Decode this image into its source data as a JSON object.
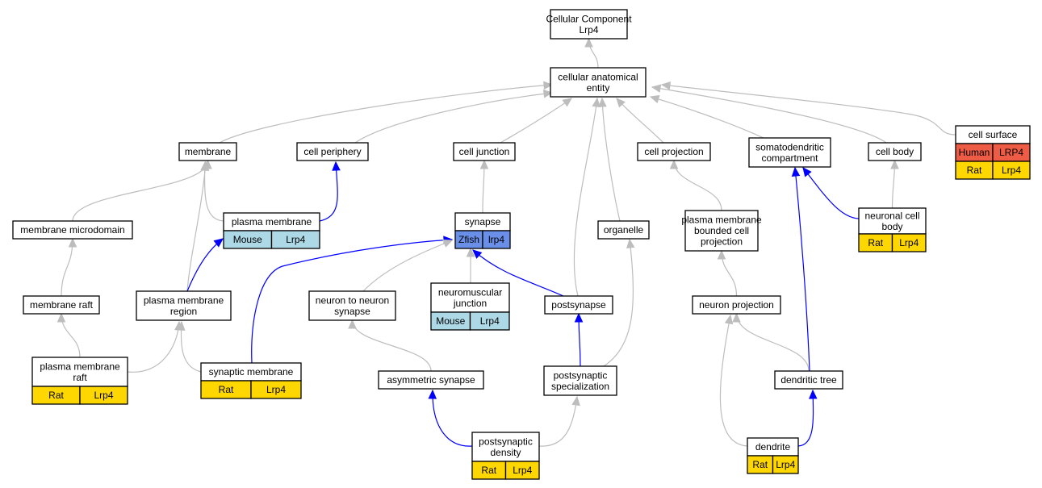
{
  "colors": {
    "grey_edge": "#bdbdbd",
    "blue_edge": "#0000ff",
    "Rat": "#ffd700",
    "Mouse": "#add8e6",
    "Human": "#ee5c45",
    "Zfish": "#6a8fe8"
  },
  "nodes": [
    {
      "id": "root",
      "lines": [
        "Cellular Component",
        "Lrp4"
      ],
      "annotations": []
    },
    {
      "id": "cae",
      "lines": [
        "cellular anatomical",
        "entity"
      ],
      "annotations": []
    },
    {
      "id": "membrane",
      "lines": [
        "membrane"
      ],
      "annotations": []
    },
    {
      "id": "periphery",
      "lines": [
        "cell periphery"
      ],
      "annotations": []
    },
    {
      "id": "junction",
      "lines": [
        "cell junction"
      ],
      "annotations": []
    },
    {
      "id": "projection",
      "lines": [
        "cell projection"
      ],
      "annotations": []
    },
    {
      "id": "somato",
      "lines": [
        "somatodendritic",
        "compartment"
      ],
      "annotations": []
    },
    {
      "id": "cellbody",
      "lines": [
        "cell body"
      ],
      "annotations": []
    },
    {
      "id": "surface",
      "lines": [
        "cell surface"
      ],
      "annotations": [
        {
          "species": "Human",
          "gene": "LRP4"
        },
        {
          "species": "Rat",
          "gene": "Lrp4"
        }
      ]
    },
    {
      "id": "microdomain",
      "lines": [
        "membrane microdomain"
      ],
      "annotations": []
    },
    {
      "id": "pm",
      "lines": [
        "plasma membrane"
      ],
      "annotations": [
        {
          "species": "Mouse",
          "gene": "Lrp4"
        }
      ]
    },
    {
      "id": "synapse",
      "lines": [
        "synapse"
      ],
      "annotations": [
        {
          "species": "Zfish",
          "gene": "lrp4"
        }
      ]
    },
    {
      "id": "organelle",
      "lines": [
        "organelle"
      ],
      "annotations": []
    },
    {
      "id": "pmbcp",
      "lines": [
        "plasma membrane",
        "bounded cell",
        "projection"
      ],
      "annotations": []
    },
    {
      "id": "neuronalbody",
      "lines": [
        "neuronal cell",
        "body"
      ],
      "annotations": [
        {
          "species": "Rat",
          "gene": "Lrp4"
        }
      ]
    },
    {
      "id": "raft",
      "lines": [
        "membrane raft"
      ],
      "annotations": []
    },
    {
      "id": "pmregion",
      "lines": [
        "plasma membrane",
        "region"
      ],
      "annotations": []
    },
    {
      "id": "n2n",
      "lines": [
        "neuron to neuron",
        "synapse"
      ],
      "annotations": []
    },
    {
      "id": "nmj",
      "lines": [
        "neuromuscular",
        "junction"
      ],
      "annotations": [
        {
          "species": "Mouse",
          "gene": "Lrp4"
        }
      ]
    },
    {
      "id": "postsynapse",
      "lines": [
        "postsynapse"
      ],
      "annotations": []
    },
    {
      "id": "neuronproj",
      "lines": [
        "neuron projection"
      ],
      "annotations": []
    },
    {
      "id": "pmraft",
      "lines": [
        "plasma membrane",
        "raft"
      ],
      "annotations": [
        {
          "species": "Rat",
          "gene": "Lrp4"
        }
      ]
    },
    {
      "id": "synmem",
      "lines": [
        "synaptic membrane"
      ],
      "annotations": [
        {
          "species": "Rat",
          "gene": "Lrp4"
        }
      ]
    },
    {
      "id": "asym",
      "lines": [
        "asymmetric synapse"
      ],
      "annotations": []
    },
    {
      "id": "postspec",
      "lines": [
        "postsynaptic",
        "specialization"
      ],
      "annotations": []
    },
    {
      "id": "dendtree",
      "lines": [
        "dendritic tree"
      ],
      "annotations": []
    },
    {
      "id": "psd",
      "lines": [
        "postsynaptic",
        "density"
      ],
      "annotations": [
        {
          "species": "Rat",
          "gene": "Lrp4"
        }
      ]
    },
    {
      "id": "dendrite",
      "lines": [
        "dendrite"
      ],
      "annotations": [
        {
          "species": "Rat",
          "gene": "Lrp4"
        }
      ]
    }
  ],
  "edges": [
    {
      "from": "cae",
      "to": "root",
      "type": "grey"
    },
    {
      "from": "membrane",
      "to": "cae",
      "type": "grey"
    },
    {
      "from": "periphery",
      "to": "cae",
      "type": "grey"
    },
    {
      "from": "junction",
      "to": "cae",
      "type": "grey"
    },
    {
      "from": "projection",
      "to": "cae",
      "type": "grey"
    },
    {
      "from": "somato",
      "to": "cae",
      "type": "grey"
    },
    {
      "from": "cellbody",
      "to": "cae",
      "type": "grey"
    },
    {
      "from": "surface",
      "to": "cae",
      "type": "grey"
    },
    {
      "from": "postsynapse",
      "to": "cae",
      "type": "grey"
    },
    {
      "from": "organelle",
      "to": "cae",
      "type": "grey"
    },
    {
      "from": "microdomain",
      "to": "membrane",
      "type": "grey"
    },
    {
      "from": "pm",
      "to": "membrane",
      "type": "grey"
    },
    {
      "from": "pmregion",
      "to": "membrane",
      "type": "grey"
    },
    {
      "from": "pm",
      "to": "periphery",
      "type": "blue"
    },
    {
      "from": "synapse",
      "to": "junction",
      "type": "grey"
    },
    {
      "from": "pmbcp",
      "to": "projection",
      "type": "grey"
    },
    {
      "from": "neuronalbody",
      "to": "somato",
      "type": "blue"
    },
    {
      "from": "dendtree",
      "to": "somato",
      "type": "blue"
    },
    {
      "from": "neuronalbody",
      "to": "cellbody",
      "type": "grey"
    },
    {
      "from": "raft",
      "to": "microdomain",
      "type": "grey"
    },
    {
      "from": "pmregion",
      "to": "pm",
      "type": "blue"
    },
    {
      "from": "synmem",
      "to": "synapse",
      "type": "blue"
    },
    {
      "from": "n2n",
      "to": "synapse",
      "type": "grey"
    },
    {
      "from": "nmj",
      "to": "synapse",
      "type": "grey"
    },
    {
      "from": "postsynapse",
      "to": "synapse",
      "type": "blue"
    },
    {
      "from": "postspec",
      "to": "organelle",
      "type": "grey"
    },
    {
      "from": "neuronproj",
      "to": "pmbcp",
      "type": "grey"
    },
    {
      "from": "pmraft",
      "to": "raft",
      "type": "grey"
    },
    {
      "from": "pmraft",
      "to": "pmregion",
      "type": "grey"
    },
    {
      "from": "synmem",
      "to": "pmregion",
      "type": "grey"
    },
    {
      "from": "asym",
      "to": "n2n",
      "type": "grey"
    },
    {
      "from": "postspec",
      "to": "postsynapse",
      "type": "blue"
    },
    {
      "from": "dendtree",
      "to": "neuronproj",
      "type": "grey"
    },
    {
      "from": "dendrite",
      "to": "neuronproj",
      "type": "grey"
    },
    {
      "from": "psd",
      "to": "asym",
      "type": "blue"
    },
    {
      "from": "psd",
      "to": "postspec",
      "type": "grey"
    },
    {
      "from": "dendrite",
      "to": "dendtree",
      "type": "blue"
    }
  ]
}
